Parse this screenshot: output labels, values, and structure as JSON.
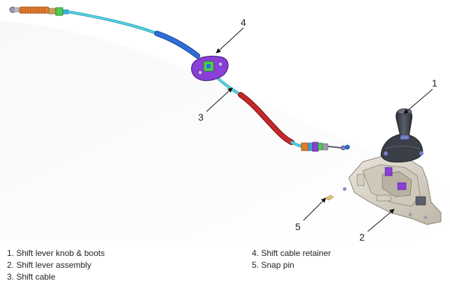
{
  "callouts": {
    "c1": "1",
    "c2": "2",
    "c3": "3",
    "c4": "4",
    "c5": "5"
  },
  "legend": {
    "left": [
      "1. Shift lever knob & boots",
      "2. Shift lever assembly",
      "3. Shift cable"
    ],
    "right": [
      "4. Shift cable retainer",
      "5. Snap pin"
    ]
  },
  "colors": {
    "cable": "#55d4e6",
    "cable_outline": "#2a9bb0",
    "sheath_blue": "#2f6fd6",
    "sheath_red": "#c42a2a",
    "retainer": "#8a3fd6",
    "housing": "#d9d4c9",
    "knob": "#3b3f47"
  }
}
